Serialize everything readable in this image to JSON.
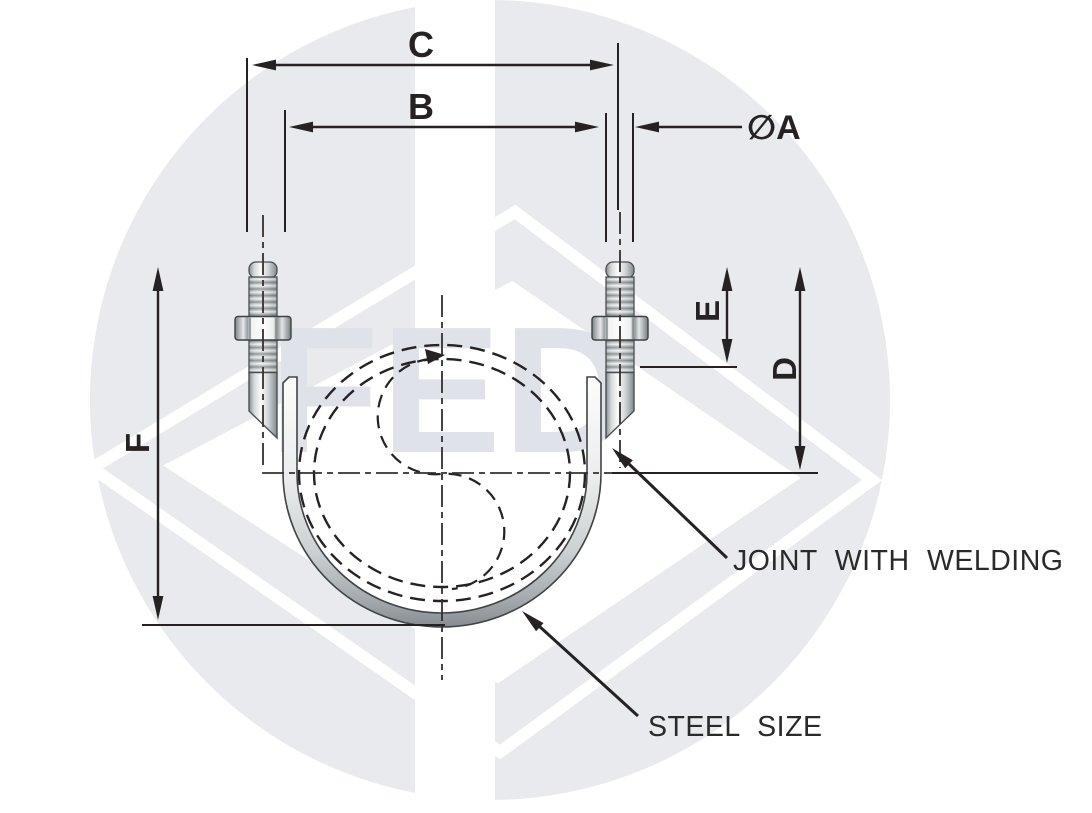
{
  "watermark": {
    "text": "FED"
  },
  "dimension_labels": {
    "diameter_a": "∅A",
    "b": "B",
    "c": "C",
    "d": "D",
    "e": "E",
    "f": "F"
  },
  "annotations": {
    "joint_with_welding": "JOINT WITH WELDING",
    "steel_size": "STEEL SIZE"
  },
  "colors": {
    "line_color": "#262223",
    "watermark_gray": "#e8eaee",
    "watermark_letter_gray": "#dfe3e9",
    "metal_light": "#fbfbfb",
    "metal_dark": "#878d91",
    "background": "#ffffff"
  }
}
